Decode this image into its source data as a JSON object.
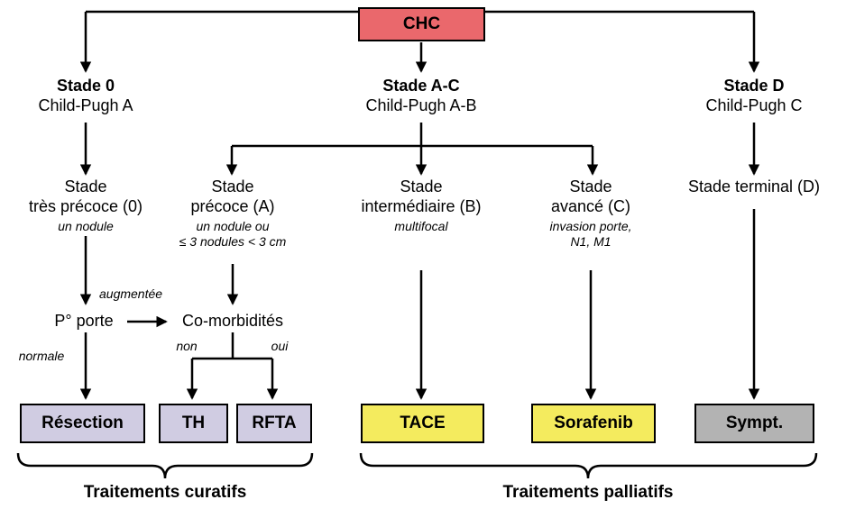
{
  "root": {
    "label": "CHC",
    "bg": "#ea686c"
  },
  "level1": [
    {
      "title": "Stade 0",
      "subtitle": "Child-Pugh A"
    },
    {
      "title": "Stade A-C",
      "subtitle": "Child-Pugh A-B"
    },
    {
      "title": "Stade D",
      "subtitle": "Child-Pugh C"
    }
  ],
  "stages": [
    {
      "line1": "Stade",
      "line2": "très précoce (0)",
      "note1": "un nodule"
    },
    {
      "line1": "Stade",
      "line2": "précoce (A)",
      "note1": "un nodule ou",
      "note2": "≤ 3 nodules < 3 cm"
    },
    {
      "line1": "Stade",
      "line2": "intermédiaire (B)",
      "note1": "multifocal"
    },
    {
      "line1": "Stade",
      "line2": "avancé (C)",
      "note1": "invasion porte,",
      "note2": "N1, M1"
    },
    {
      "line1": "Stade terminal (D)"
    }
  ],
  "decision": {
    "portal_pressure": "P° porte",
    "comorbidities": "Co-morbidités",
    "label_augmented": "augmentée",
    "label_normal": "normale",
    "label_no": "non",
    "label_yes": "oui"
  },
  "treatments": [
    {
      "label": "Résection",
      "bg": "#d0cce2"
    },
    {
      "label": "TH",
      "bg": "#d0cce2"
    },
    {
      "label": "RFTA",
      "bg": "#d0cce2"
    },
    {
      "label": "TACE",
      "bg": "#f4eb5e"
    },
    {
      "label": "Sorafenib",
      "bg": "#f4eb5e"
    },
    {
      "label": "Sympt.",
      "bg": "#b3b3b3"
    }
  ],
  "groups": [
    {
      "label": "Traitements curatifs"
    },
    {
      "label": "Traitements palliatifs"
    }
  ]
}
